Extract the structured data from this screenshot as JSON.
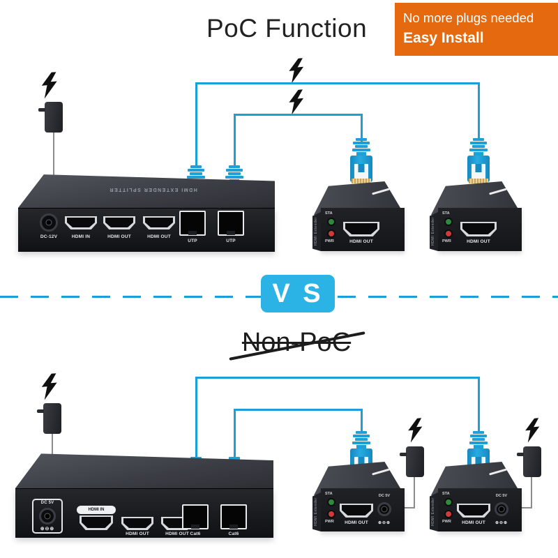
{
  "header": {
    "title": "PoC Function",
    "badge": {
      "line1": "No more plugs needed",
      "line2": "Easy Install",
      "bg_color": "#E5690F"
    }
  },
  "divider": {
    "vs_label": "V S",
    "line_color": "#1B9FD8",
    "vs_bg_color": "#2BB3E6"
  },
  "section2": {
    "title": "Non-PoC"
  },
  "splitter_poc": {
    "top_label": "HDMI EXTENDER SPLITTER",
    "dc_label": "DC-12V",
    "hdmi_in": "HDMI IN",
    "hdmi_out_1": "HDMI OUT",
    "hdmi_out_2": "HDMI OUT",
    "utp_1": "UTP",
    "utp_2": "UTP"
  },
  "splitter_nonpoc": {
    "dc_label": "DC 5V",
    "polarity": "⊕⊖⊕",
    "hdmi_in": "HDMI IN",
    "hdmi_out_1": "HDMI OUT",
    "hdmi_out_2": "HDMI OUT",
    "cat_1": "Cat6",
    "cat_2": "Cat6"
  },
  "receiver": {
    "side_label": "HDMI Extender",
    "sta_label": "STA",
    "pwr_label": "PWR",
    "hdmi_out_label": "HDMI OUT",
    "dc_label": "DC 5V",
    "polarity": "⊕⊖⊕"
  },
  "colors": {
    "cable_blue": "#1B9FD8",
    "badge_orange": "#E5690F",
    "device_black": "#141518"
  }
}
